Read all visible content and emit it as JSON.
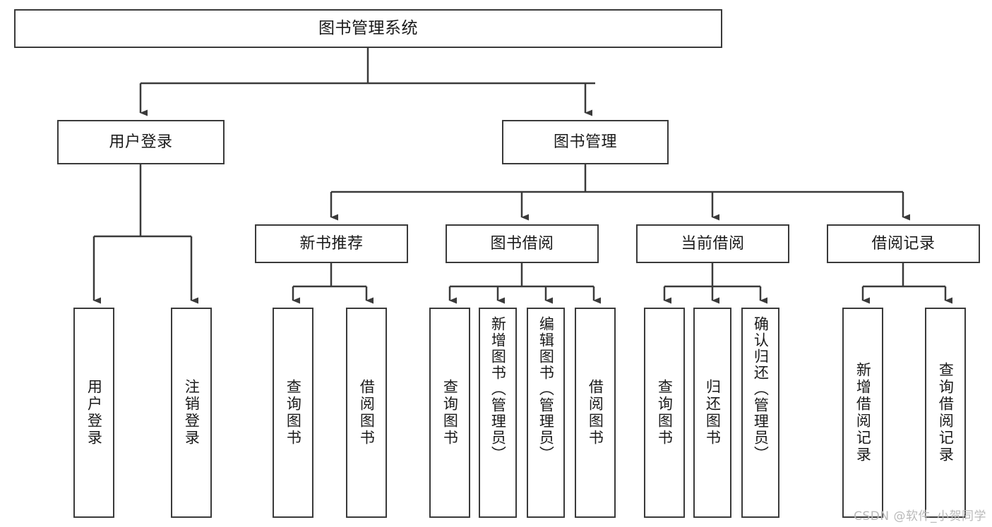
{
  "diagram": {
    "title": "图书管理系统",
    "watermark": "CSDN @软件_小贺同学",
    "stroke_color": "#3a3a3a",
    "text_color": "#1a1a1a",
    "background_color": "#ffffff",
    "type": "tree-hierarchy",
    "levels": 4
  },
  "root": {
    "label": "图书管理系统"
  },
  "level1": [
    {
      "label": "用户登录"
    },
    {
      "label": "图书管理"
    }
  ],
  "level2": [
    {
      "label": "新书推荐"
    },
    {
      "label": "图书借阅"
    },
    {
      "label": "当前借阅"
    },
    {
      "label": "借阅记录"
    }
  ],
  "leaves": {
    "user_login": [
      {
        "label": "用户登录"
      },
      {
        "label": "注销登录"
      }
    ],
    "new_book_recommend": [
      {
        "label": "查询图书"
      },
      {
        "label": "借阅图书"
      }
    ],
    "book_borrow": [
      {
        "label": "查询图书"
      },
      {
        "label": "新增图书（管理员）"
      },
      {
        "label": "编辑图书（管理员）"
      },
      {
        "label": "借阅图书"
      }
    ],
    "current_borrow": [
      {
        "label": "查询图书"
      },
      {
        "label": "归还图书"
      },
      {
        "label": "确认归还（管理员）"
      }
    ],
    "borrow_record": [
      {
        "label": "新增借阅记录"
      },
      {
        "label": "查询借阅记录"
      }
    ]
  }
}
